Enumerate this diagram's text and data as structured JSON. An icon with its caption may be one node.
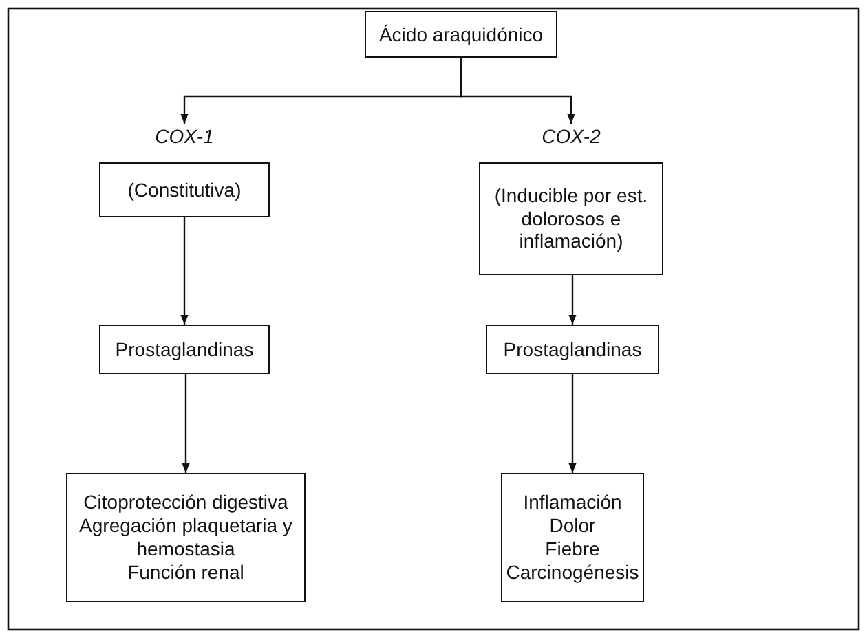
{
  "diagram": {
    "nodes": [
      {
        "text": [
          "Ácido araquidónico"
        ]
      },
      {
        "text": [
          "COX-1",
          "(Constitutiva)"
        ]
      },
      {
        "text": [
          "COX-2",
          "(Inducible por est. dolorosos e inflamación)"
        ]
      },
      {
        "text": [
          "Prostaglandinas"
        ]
      },
      {
        "text": [
          "Prostaglandinas"
        ]
      },
      {
        "text": [
          "Citoprotección digestiva",
          "Agregación plaquetaria y hemostasia",
          "Función renal"
        ]
      },
      {
        "text": [
          "Inflamación",
          "Dolor",
          "Fiebre",
          "Carcinogénesis"
        ]
      }
    ],
    "edges": [
      {
        "from": 0,
        "to": 1,
        "arrow": "to"
      },
      {
        "from": 0,
        "to": 2,
        "arrow": "to"
      },
      {
        "from": 1,
        "to": 3,
        "arrow": "to"
      },
      {
        "from": 2,
        "to": 4,
        "arrow": "to"
      },
      {
        "from": 3,
        "to": 5,
        "arrow": "to"
      },
      {
        "from": 4,
        "to": 6,
        "arrow": "to"
      }
    ]
  }
}
